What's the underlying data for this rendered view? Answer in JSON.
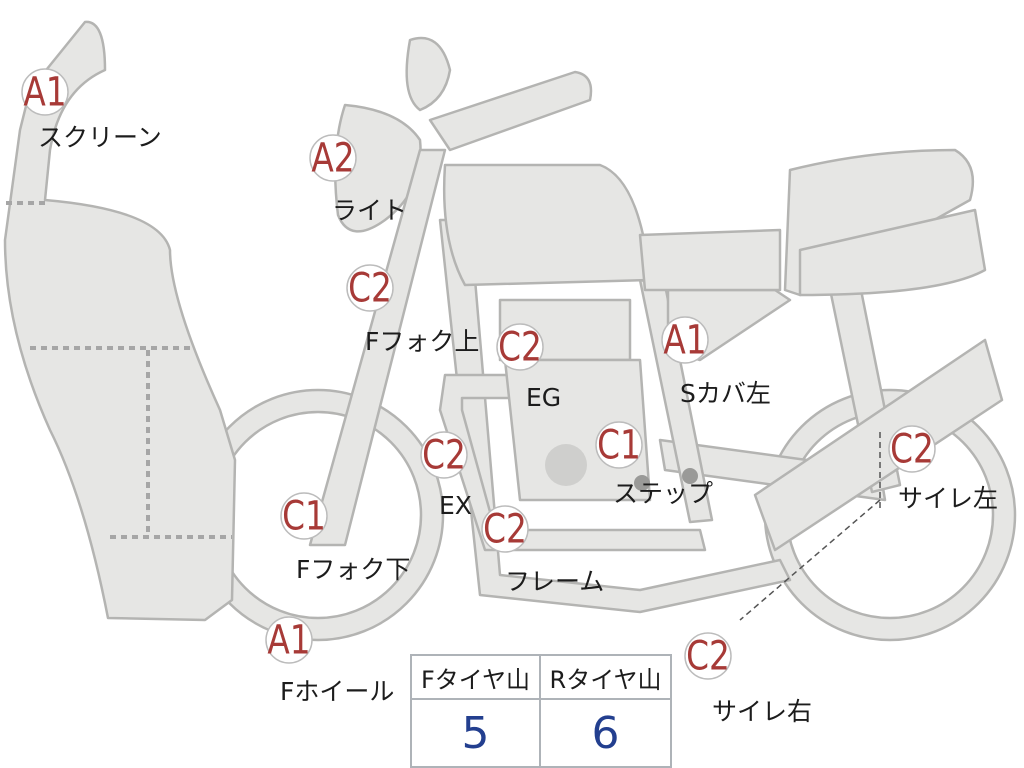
{
  "diagram": {
    "parts": [
      {
        "id": "screen",
        "grade": "A1",
        "label": "スクリーン"
      },
      {
        "id": "light",
        "grade": "A2",
        "label": "ライト"
      },
      {
        "id": "ffork-upper",
        "grade": "C2",
        "label": "Fフォク上"
      },
      {
        "id": "engine",
        "grade": "C2",
        "label": "EG"
      },
      {
        "id": "scover-left",
        "grade": "A1",
        "label": "Sカバ左"
      },
      {
        "id": "exhaust",
        "grade": "C2",
        "label": "EX"
      },
      {
        "id": "step",
        "grade": "C1",
        "label": "ステップ"
      },
      {
        "id": "muffler-left",
        "grade": "C2",
        "label": "サイレ左"
      },
      {
        "id": "ffork-lower",
        "grade": "C1",
        "label": "Fフォク下"
      },
      {
        "id": "frame",
        "grade": "C2",
        "label": "フレーム"
      },
      {
        "id": "fwheel",
        "grade": "A1",
        "label": "Fホイール"
      },
      {
        "id": "muffler-right",
        "grade": "C2",
        "label": "サイレ右"
      }
    ]
  },
  "tread_table": {
    "front_header": "Fタイヤ山",
    "rear_header": "Rタイヤ山",
    "front_value": "5",
    "rear_value": "6"
  },
  "colors": {
    "grade": "#a73a37",
    "tread_value": "#233f8f",
    "part_fill": "#e6e6e4"
  }
}
